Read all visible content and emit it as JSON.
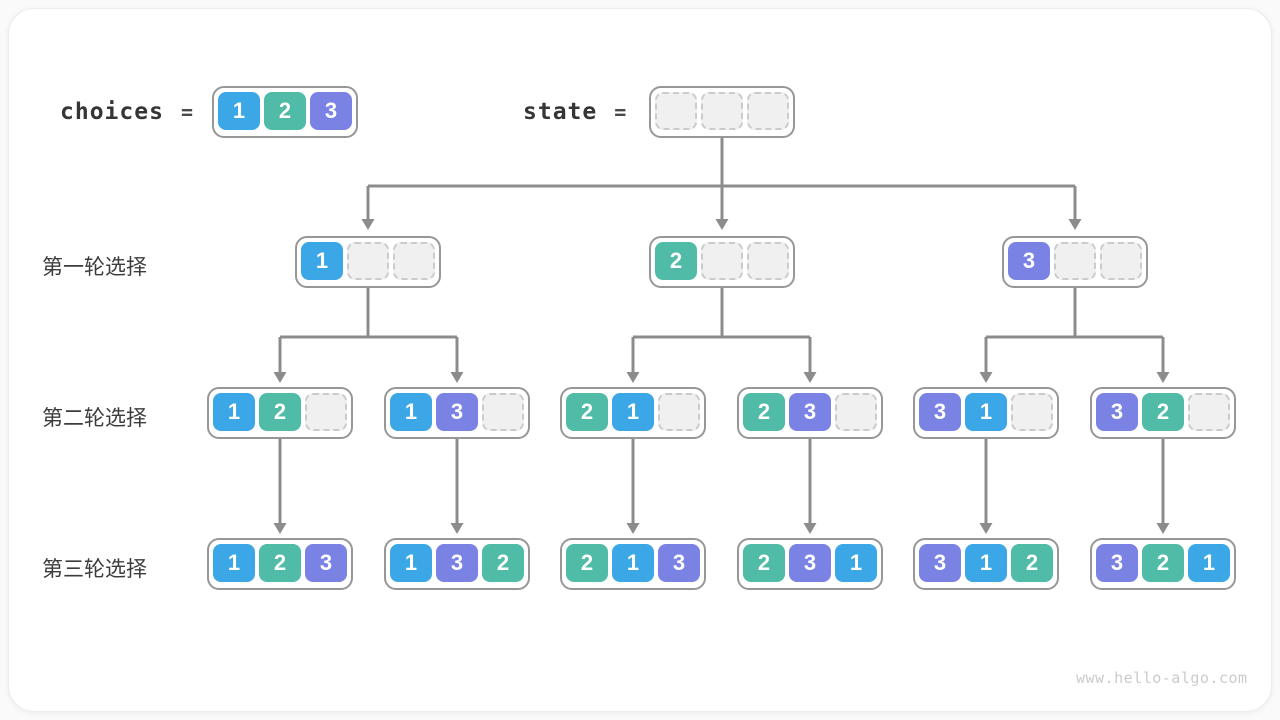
{
  "diagram": {
    "choices_label": "choices",
    "choices_equals": "=",
    "state_label": "state",
    "state_equals": "=",
    "choices_values": [
      "1",
      "2",
      "3"
    ],
    "state_values": [
      "",
      "",
      ""
    ],
    "watermark": "www.hello-algo.com"
  },
  "colors": {
    "1": "#3BA7E6",
    "2": "#50BCA7",
    "3": "#7A82E3",
    "arrow": "#8C8C8C",
    "node_border": "#979797",
    "empty_fill": "#F0F0F0",
    "empty_border": "#CBCBCB",
    "label_text": "#3C3C3C",
    "watermark": "#CBCBCB"
  },
  "rows": [
    {
      "label": "第一轮选择",
      "nodes": [
        [
          "1",
          "",
          ""
        ],
        [
          "2",
          "",
          ""
        ],
        [
          "3",
          "",
          ""
        ]
      ]
    },
    {
      "label": "第二轮选择",
      "nodes": [
        [
          "1",
          "2",
          ""
        ],
        [
          "1",
          "3",
          ""
        ],
        [
          "2",
          "1",
          ""
        ],
        [
          "2",
          "3",
          ""
        ],
        [
          "3",
          "1",
          ""
        ],
        [
          "3",
          "2",
          ""
        ]
      ]
    },
    {
      "label": "第三轮选择",
      "nodes": [
        [
          "1",
          "2",
          "3"
        ],
        [
          "1",
          "3",
          "2"
        ],
        [
          "2",
          "1",
          "3"
        ],
        [
          "2",
          "3",
          "1"
        ],
        [
          "3",
          "1",
          "2"
        ],
        [
          "3",
          "2",
          "1"
        ]
      ]
    }
  ]
}
